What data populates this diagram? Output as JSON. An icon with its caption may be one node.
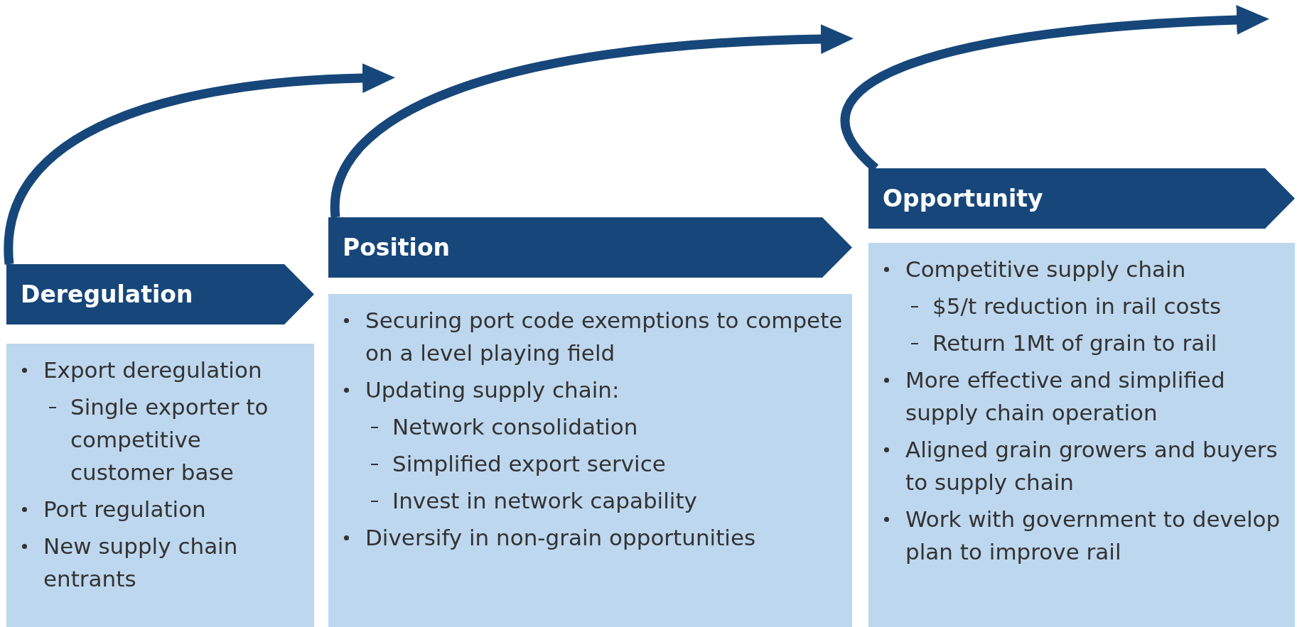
{
  "diagram": {
    "nodes": [
      {
        "text": [
          "Deregulation"
        ]
      },
      {
        "text": [
          "Export deregulation",
          "Single exporter to competitive customer base",
          "Port regulation",
          "New supply chain entrants"
        ]
      },
      {
        "text": [
          "Position"
        ]
      },
      {
        "text": [
          "Securing port code exemptions to compete on a level playing field",
          "Updating supply chain:",
          "Network consolidation",
          "Simplified export service",
          "Invest in network capability",
          "Diversify in non-grain opportunities"
        ]
      },
      {
        "text": [
          "Opportunity"
        ]
      },
      {
        "text": [
          "Competitive supply chain",
          "$5/t reduction in rail costs",
          "Return 1Mt of grain to rail",
          "More effective and simplified supply chain operation",
          "Aligned grain growers and buyers to supply chain",
          "Work with government to develop plan to improve rail"
        ]
      }
    ],
    "edges": [
      {
        "from": 0,
        "to": null,
        "arrow": "to"
      },
      {
        "from": 2,
        "to": null,
        "arrow": "to"
      },
      {
        "from": 4,
        "to": null,
        "arrow": "to"
      }
    ]
  }
}
